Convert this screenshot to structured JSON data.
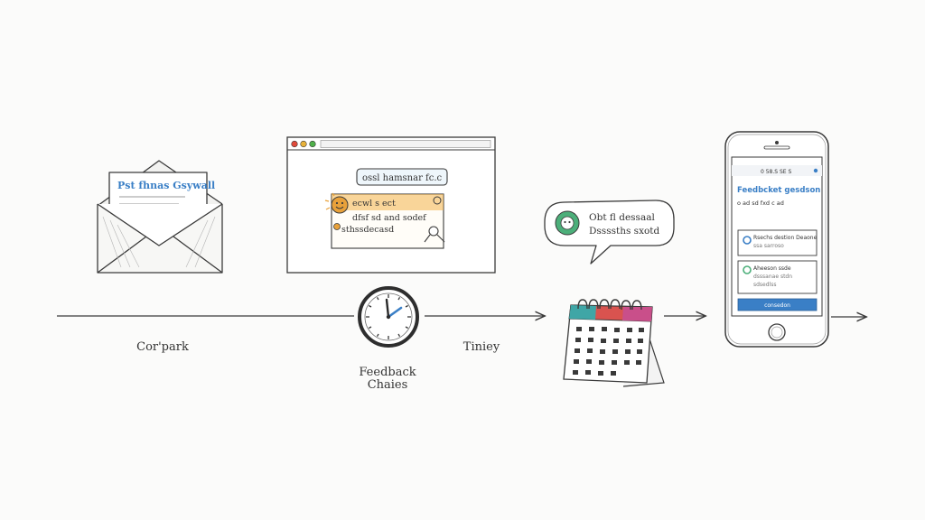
{
  "envelope": {
    "letter_title": "Pst fhnas Gsywall"
  },
  "browser_window": {
    "chips": {
      "close": "#e04a3a",
      "minimize": "#e8b23a",
      "maximize": "#4fb04a"
    },
    "note_header": "ossl hamsnar fc.c",
    "note_lines": [
      "ecwl s ect",
      "dfsf sd and sodef",
      "sthssdecasd"
    ]
  },
  "speech_bubble": {
    "line1": "Obt fl dessaal",
    "line2": "Dssssths sxotd"
  },
  "phone": {
    "status_text": "0 58.S SE S",
    "heading": "Feedbcket gesdson",
    "subheading": "o ad sd fxd c ad",
    "card1_line1": "Rsechs destion Deaone",
    "card1_line2": "ssa sarroso",
    "card2_line1": "Aheeson ssde",
    "card2_line2": "dsssanae stdn",
    "card2_line3": "sdsedlss",
    "button_label": "consedon"
  },
  "timeline_labels": {
    "start": "Cor'park",
    "clock_line1": "Feedback",
    "clock_line2": "Chaies",
    "middle": "Tiniey"
  },
  "colors": {
    "ink": "#3a3a3a",
    "accent_blue": "#3a7fc6",
    "accent_orange": "#e8a13a",
    "accent_green": "#4caf7a",
    "accent_red": "#d9534f",
    "accent_teal": "#3fa6a6"
  }
}
